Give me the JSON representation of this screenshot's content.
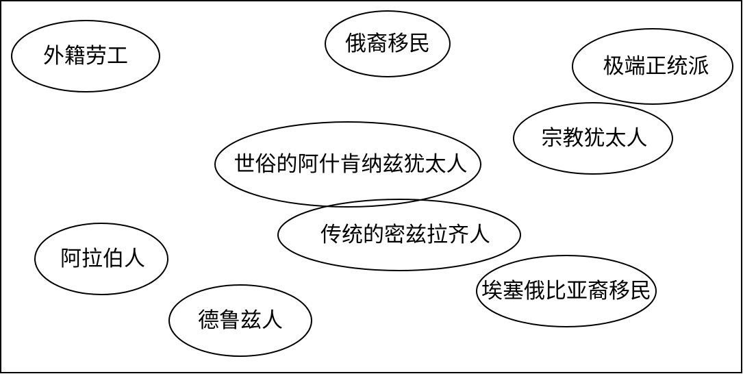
{
  "diagram": {
    "nodes": [
      {
        "id": "foreign-workers",
        "label": "外籍劳工"
      },
      {
        "id": "russian-immigrants",
        "label": "俄裔移民"
      },
      {
        "id": "ultra-orthodox",
        "label": "极端正统派"
      },
      {
        "id": "religious-jews",
        "label": "宗教犹太人"
      },
      {
        "id": "secular-ashkenazi",
        "label": "世俗的阿什肯纳兹犹太人"
      },
      {
        "id": "traditional-mizrahi",
        "label": "传统的密兹拉齐人"
      },
      {
        "id": "arabs",
        "label": "阿拉伯人"
      },
      {
        "id": "druze",
        "label": "德鲁兹人"
      },
      {
        "id": "ethiopian-immigrants",
        "label": "埃塞俄比亚裔移民"
      }
    ]
  }
}
